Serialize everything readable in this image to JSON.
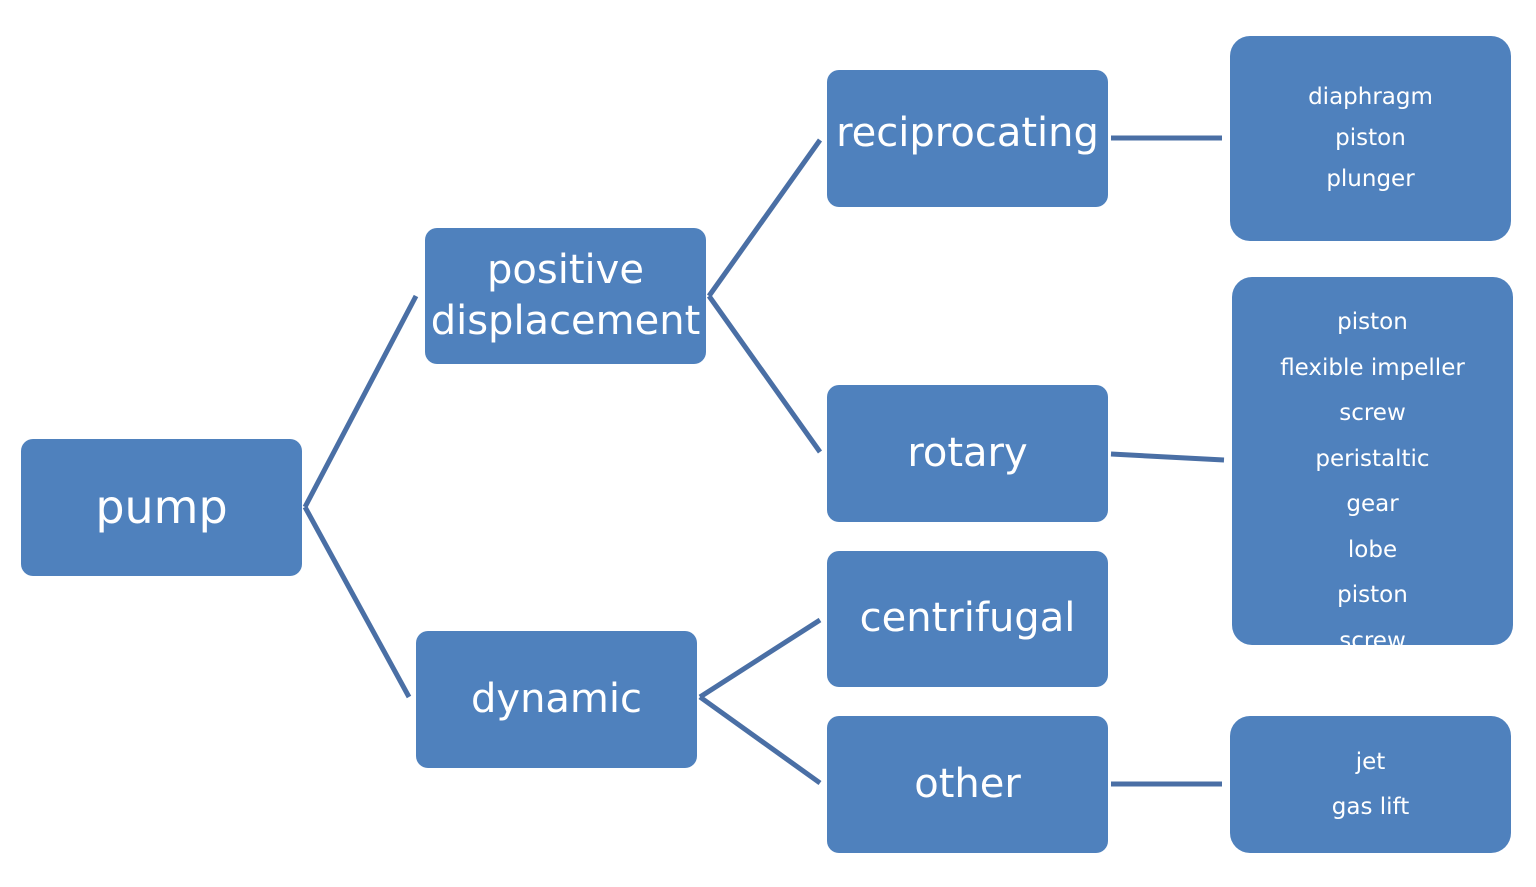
{
  "diagram": {
    "root": {
      "label": "pump"
    },
    "categories": [
      {
        "label": "positive displacement"
      },
      {
        "label": "dynamic"
      }
    ],
    "types": [
      {
        "label": "reciprocating",
        "items": [
          "diaphragm",
          "piston",
          "plunger"
        ]
      },
      {
        "label": "rotary",
        "items": [
          "piston",
          "flexible impeller",
          "screw",
          "peristaltic",
          "gear",
          "lobe",
          "piston",
          "screw"
        ]
      },
      {
        "label": "centrifugal",
        "items": []
      },
      {
        "label": "other",
        "items": [
          "jet",
          "gas lift"
        ]
      }
    ],
    "colors": {
      "box_fill": "#4f81bd",
      "connector": "#4a6fa5",
      "text": "#ffffff",
      "background": "#ffffff"
    }
  }
}
